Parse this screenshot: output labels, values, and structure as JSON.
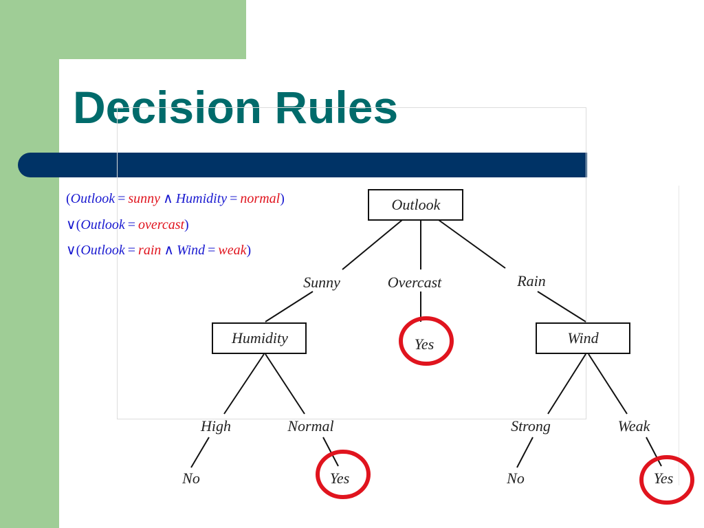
{
  "slide": {
    "title": "Decision Rules"
  },
  "rules": [
    {
      "prefix": "",
      "outlook_value": "sunny",
      "attr2": "Humidity",
      "attr2_value": "normal"
    },
    {
      "prefix": "∨",
      "outlook_value": "overcast"
    },
    {
      "prefix": "∨",
      "outlook_value": "rain",
      "attr2": "Wind",
      "attr2_value": "weak"
    }
  ],
  "rule_tokens": {
    "open": "(",
    "close": ")",
    "equals": "=",
    "and": "∧",
    "outlook": "Outlook"
  },
  "tree": {
    "root": "Outlook",
    "branches": {
      "sunny": "Sunny",
      "overcast": "Overcast",
      "rain": "Rain",
      "high": "High",
      "normal": "Normal",
      "strong": "Strong",
      "weak": "Weak"
    },
    "nodes": {
      "humidity": "Humidity",
      "wind": "Wind"
    },
    "leaves": {
      "overcast_yes": "Yes",
      "high_no": "No",
      "normal_yes": "Yes",
      "strong_no": "No",
      "weak_yes": "Yes"
    },
    "highlight_color": "#e0141e"
  },
  "colors": {
    "title": "#006b6b",
    "title_bar": "#003366",
    "side_panel": "#9fcd96",
    "rule_attribute": "#1a1ad0",
    "rule_value": "#e0141e"
  }
}
